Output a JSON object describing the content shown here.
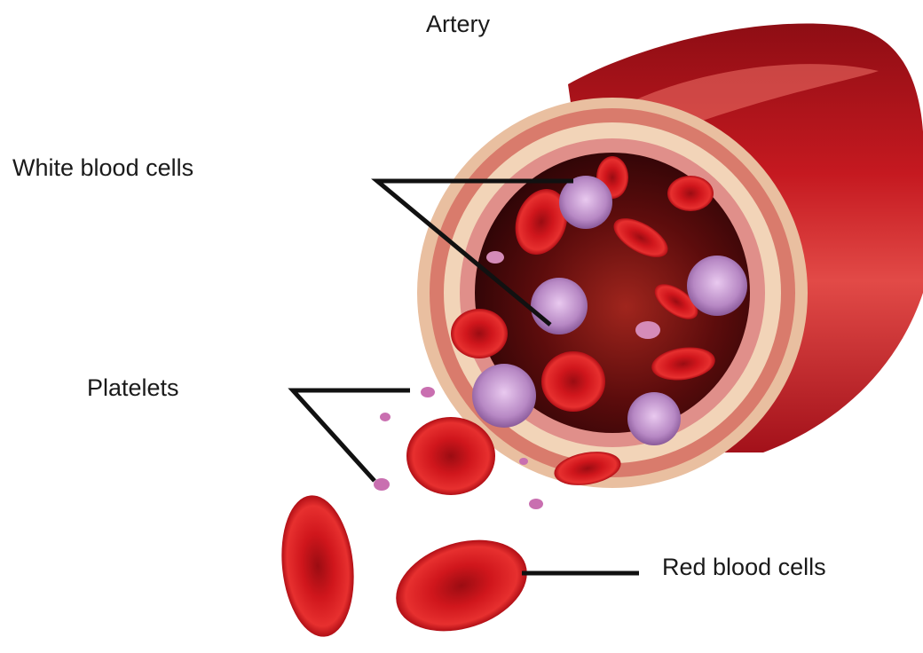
{
  "labels": {
    "artery": "Artery",
    "white_blood_cells": "White blood cells",
    "platelets": "Platelets",
    "red_blood_cells": "Red blood cells"
  },
  "colors": {
    "artery_wall": "#b5121b",
    "artery_highlight": "#e84c4c",
    "wall_layers": "#f1c9a5",
    "lumen": "#3a0608",
    "red_cell": "#d0161c",
    "white_cell": "#a46bb5",
    "platelet": "#c96fb0",
    "leader_line": "#111111"
  }
}
